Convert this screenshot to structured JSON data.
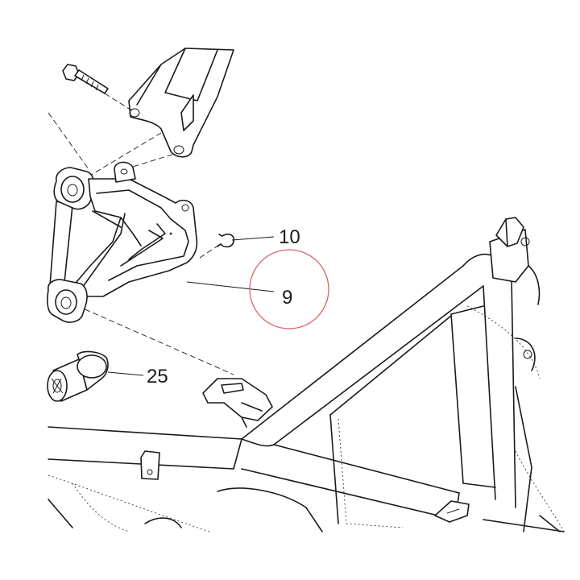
{
  "callouts": {
    "part_10": "10",
    "part_9": "9",
    "part_25": "25"
  },
  "highlight": {
    "color": "#d9606a",
    "target": "9"
  }
}
